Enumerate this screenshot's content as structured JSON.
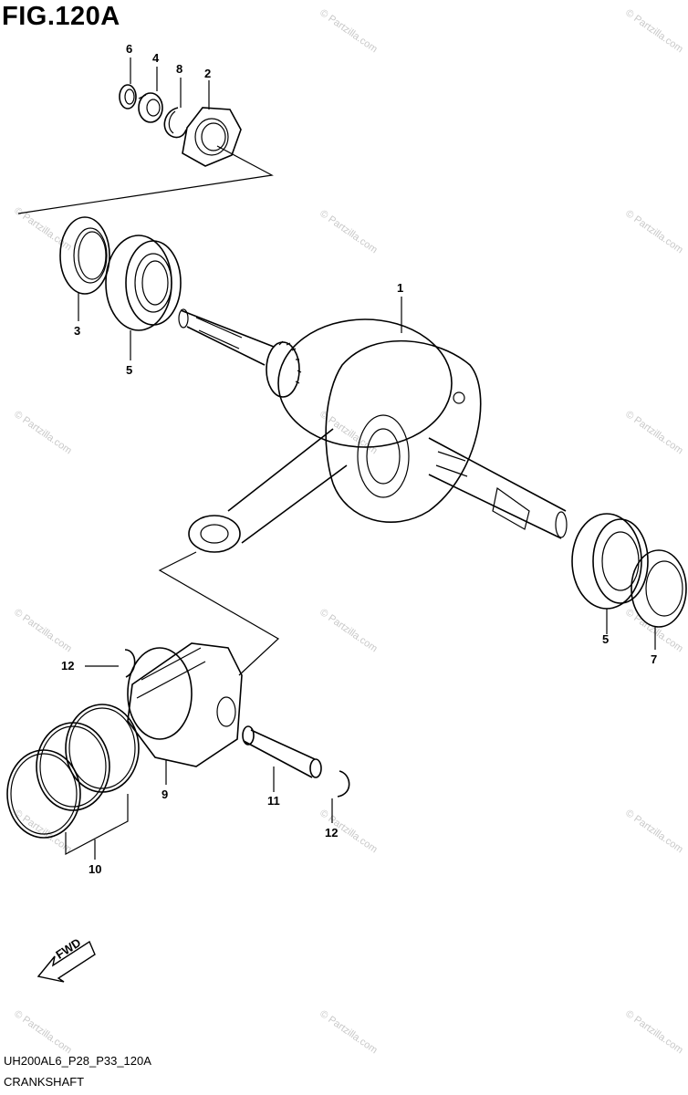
{
  "figure": {
    "title": "FIG.120A"
  },
  "callouts": {
    "c1": "1",
    "c2": "2",
    "c3": "3",
    "c4": "4",
    "c5a": "5",
    "c5b": "5",
    "c6": "6",
    "c7": "7",
    "c8": "8",
    "c9": "9",
    "c10": "10",
    "c11": "11",
    "c12a": "12",
    "c12b": "12"
  },
  "arrow": {
    "label": "FWD"
  },
  "footer": {
    "code": "UH200AL6_P28_P33_120A",
    "section": "CRANKSHAFT"
  },
  "watermark": {
    "text": "© Partzilla.com"
  }
}
